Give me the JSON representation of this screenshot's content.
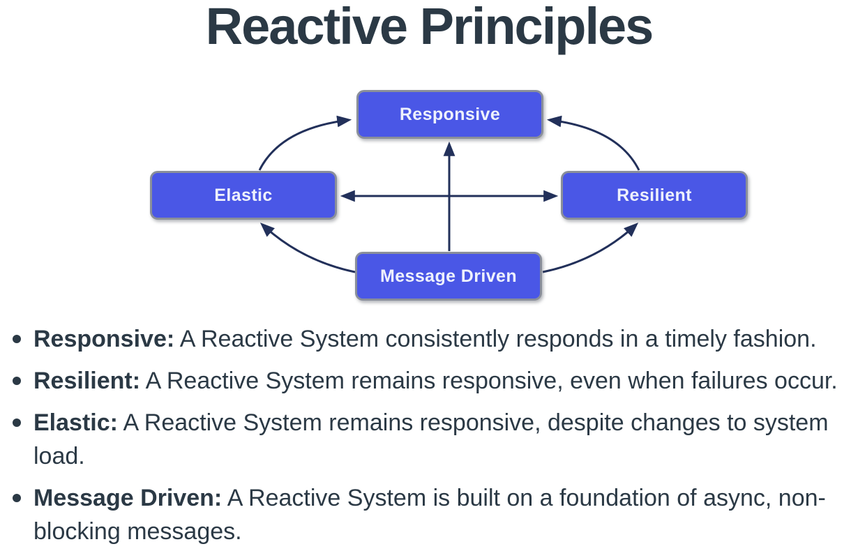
{
  "slide": {
    "title": "Reactive Principles"
  },
  "diagram": {
    "nodes": [
      {
        "id": "responsive",
        "label": "Responsive"
      },
      {
        "id": "elastic",
        "label": "Elastic"
      },
      {
        "id": "resilient",
        "label": "Resilient"
      },
      {
        "id": "message-driven",
        "label": "Message Driven"
      }
    ],
    "connections": [
      {
        "from": "elastic",
        "to": "responsive",
        "style": "curved",
        "arrowhead": "end"
      },
      {
        "from": "resilient",
        "to": "responsive",
        "style": "curved",
        "arrowhead": "end"
      },
      {
        "from": "message-driven",
        "to": "elastic",
        "style": "curved",
        "arrowhead": "end"
      },
      {
        "from": "message-driven",
        "to": "resilient",
        "style": "curved",
        "arrowhead": "end"
      },
      {
        "from": "message-driven",
        "to": "responsive",
        "style": "straight",
        "arrowhead": "end"
      },
      {
        "from": "elastic",
        "to": "resilient",
        "style": "straight",
        "arrowhead": "both"
      }
    ]
  },
  "bullets": [
    {
      "lead": "Responsive:",
      "rest": " A Reactive System consistently responds in a timely fashion."
    },
    {
      "lead": "Resilient:",
      "rest": " A Reactive System remains responsive, even when failures occur."
    },
    {
      "lead": "Elastic:",
      "rest": " A Reactive System remains responsive, despite changes to system load."
    },
    {
      "lead": "Message Driven:",
      "rest": " A Reactive System is built on a foundation of async, non-blocking messages."
    }
  ],
  "colors": {
    "node_fill": "#4a57e6",
    "node_border": "#8a8f9a",
    "node_text": "#eef1fc",
    "arrow": "#22305a",
    "text": "#2b3945",
    "background": "#ffffff"
  }
}
